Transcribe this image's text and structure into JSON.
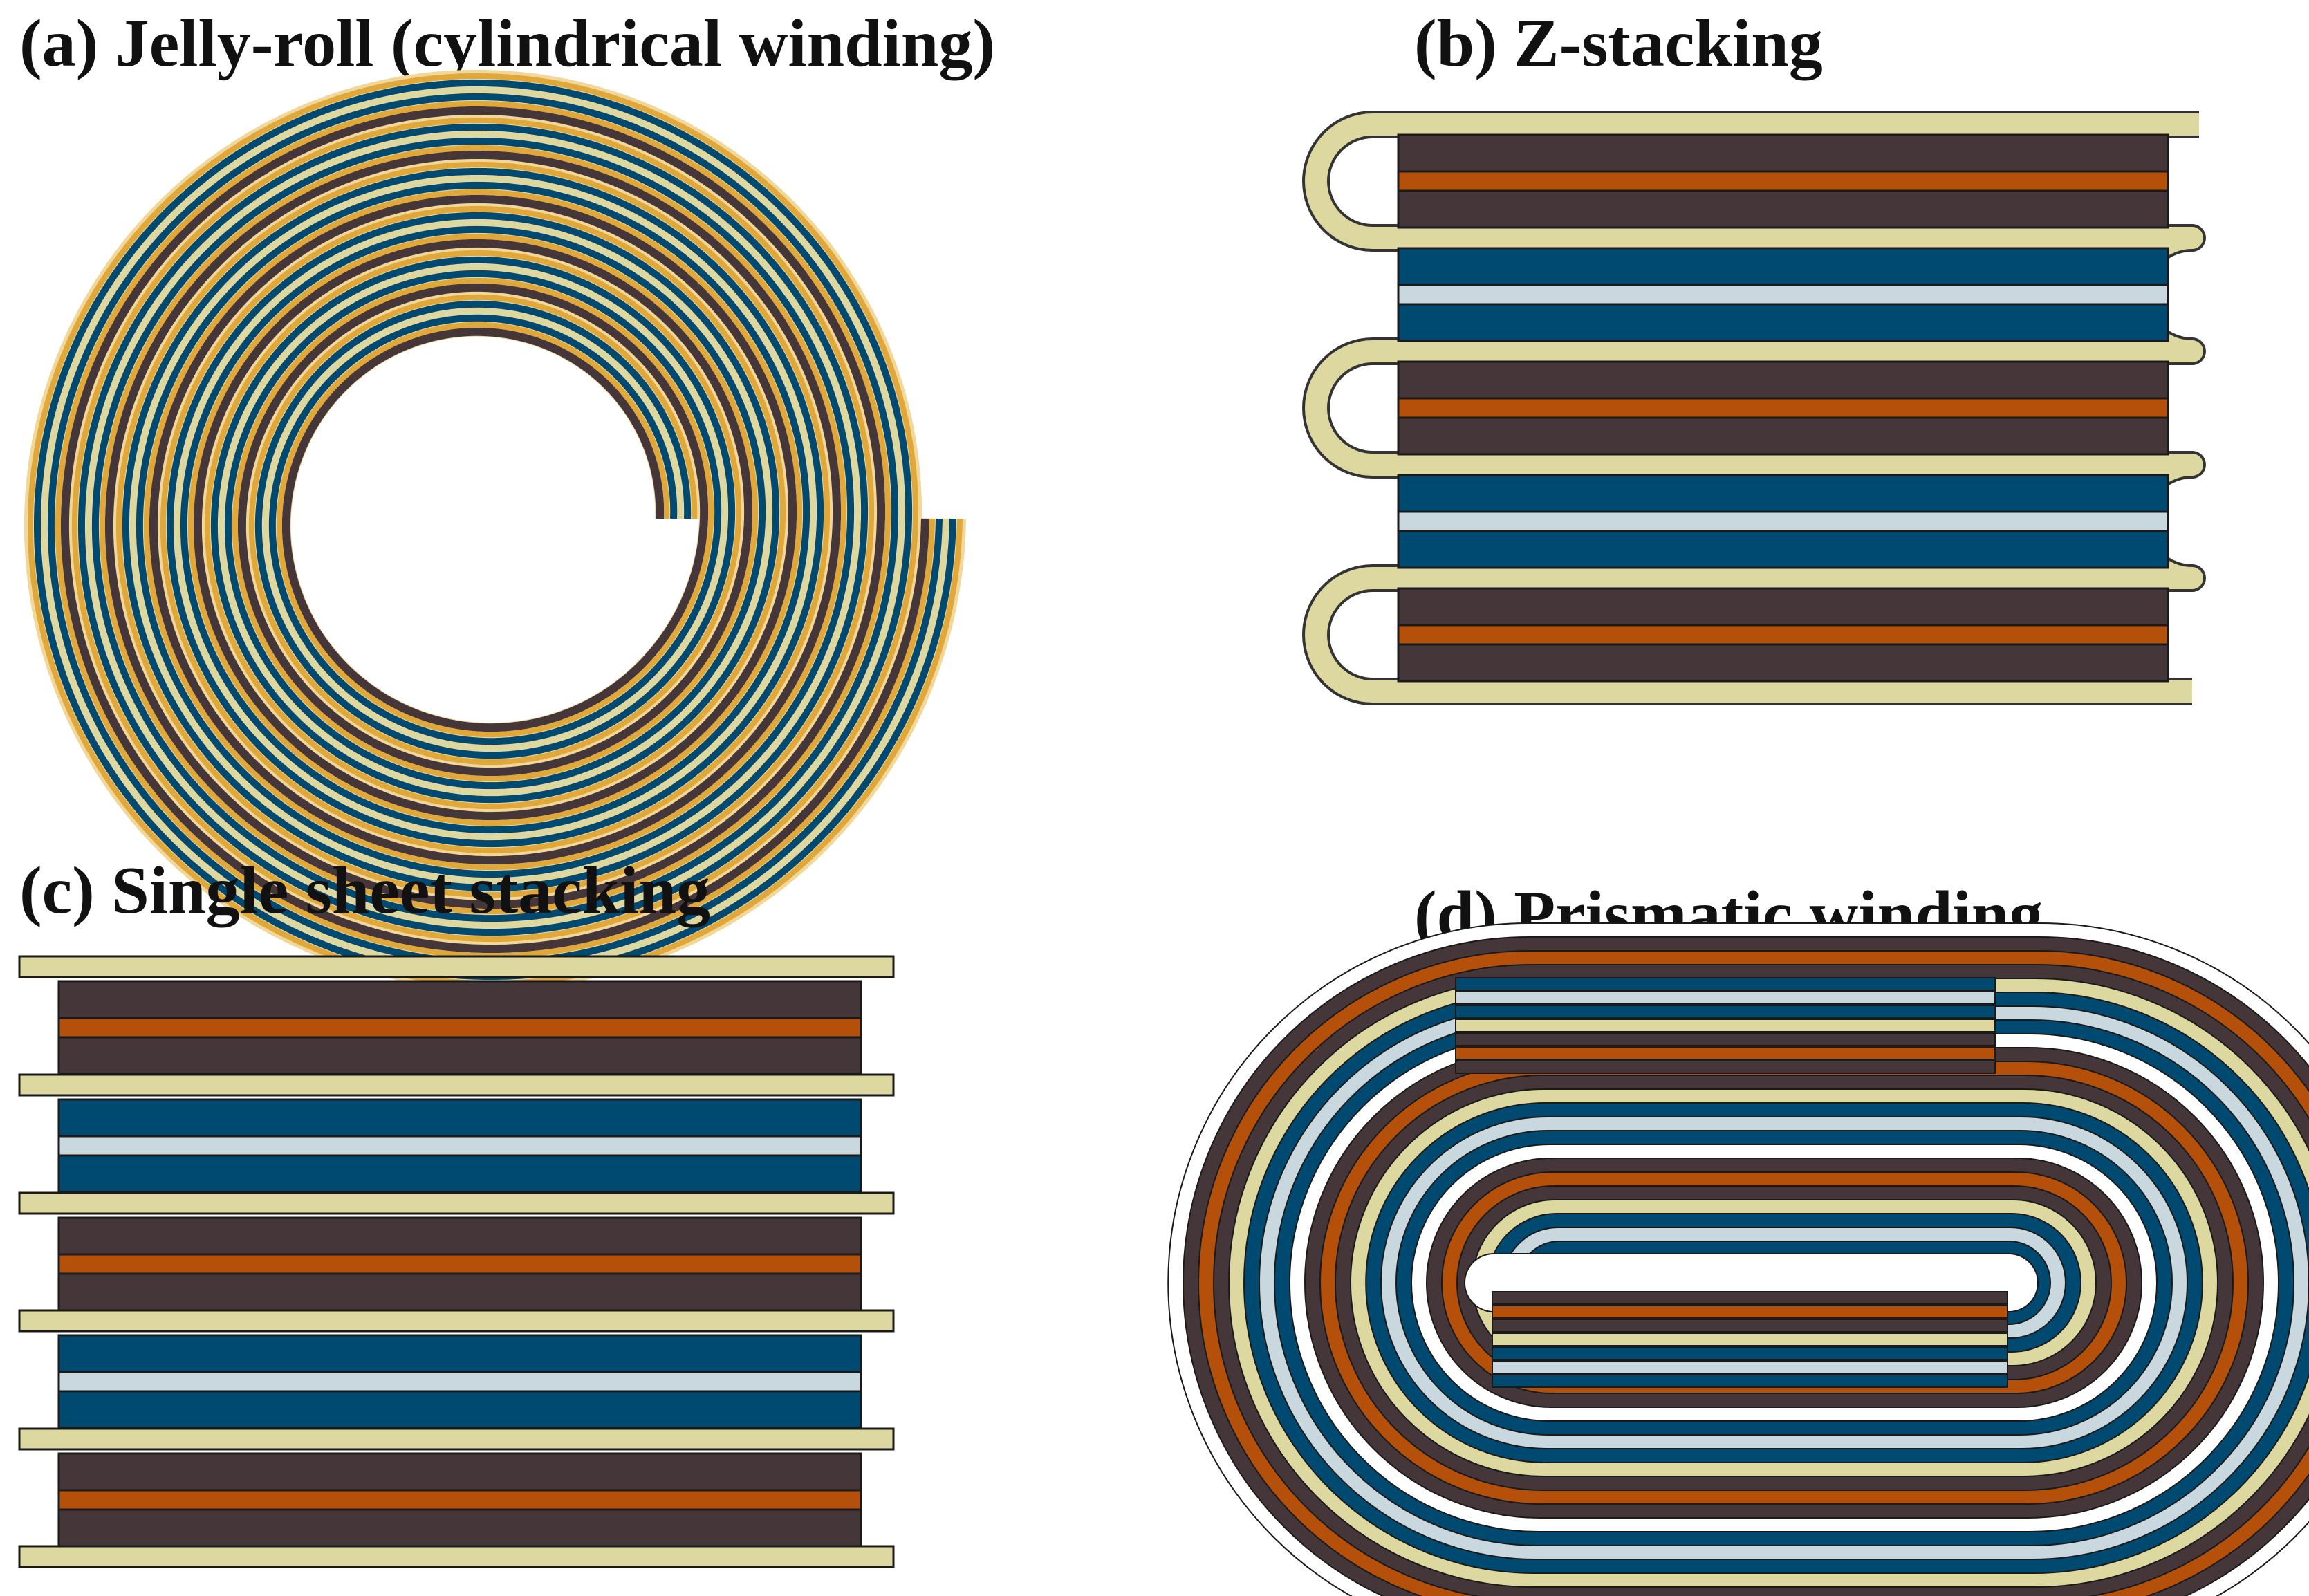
{
  "panels": {
    "a": {
      "label": "(a) Jelly-roll (cylindrical winding)"
    },
    "b": {
      "label": "(b) Z-stacking"
    },
    "c": {
      "label": "(c) Single sheet stacking"
    },
    "d": {
      "label": "(d) Prismatic winding"
    }
  },
  "colors": {
    "anode": "#45363a",
    "anode_foil": "#b4500a",
    "cathode": "#004a72",
    "cathode_foil": "#c8d8de",
    "separator": "#dcd8a0",
    "jellyroll_gold": "#e0a83a",
    "outline": "#1a1a1a"
  },
  "structure": {
    "z_stacking_layers": [
      "anode",
      "cathode",
      "anode",
      "cathode",
      "anode"
    ],
    "single_sheet_layers": [
      "anode",
      "cathode",
      "anode",
      "cathode",
      "anode"
    ],
    "prismatic_bands": [
      "cathode",
      "cathode_foil",
      "cathode",
      "separator",
      "anode",
      "anode_foil",
      "anode",
      "gap"
    ],
    "jellyroll_turns": 6
  }
}
